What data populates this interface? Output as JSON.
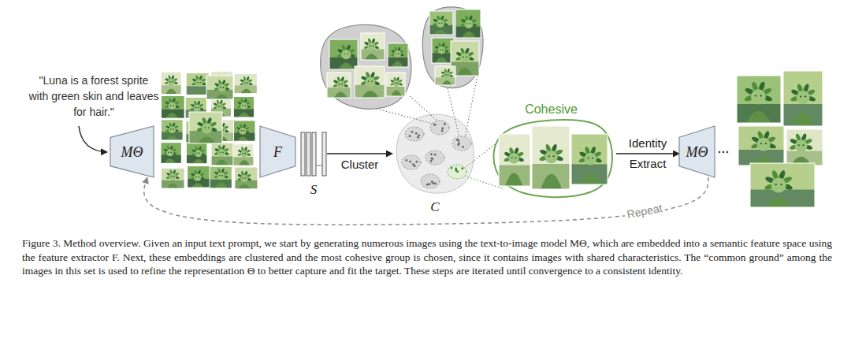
{
  "diagram": {
    "caption": "Figure 3. Method overview. Given an input text prompt, we start by generating numerous images using the text-to-image model MΘ, which are embedded into a semantic feature space using the feature extractor F. Next, these embeddings are clustered and the most cohesive group is chosen, since it contains images with shared characteristics. The “common ground” among the images in this set is used to refine the representation Θ to better capture and fit the target. These steps are iterated until convergence to a consistent identity.",
    "nodes": [
      {
        "text": [
          "MΘ"
        ]
      },
      {
        "text": [
          "F"
        ]
      },
      {
        "text": [
          "S"
        ]
      },
      {
        "text": [
          "C"
        ]
      },
      {
        "text": [
          "Cohesive"
        ]
      },
      {
        "text": [
          "MΘ"
        ]
      }
    ],
    "edges": [
      {
        "from": 2,
        "to": 3,
        "arrow": "to",
        "label": "Cluster"
      },
      {
        "from": 4,
        "to": 5,
        "arrow": "to",
        "label": "Identity Extract"
      },
      {
        "from": 5,
        "to": 0,
        "arrow": "to",
        "label": "Repeat"
      }
    ],
    "labels": [
      "\"Luna is a forest sprite with green skin and leaves for hair.\""
    ]
  }
}
